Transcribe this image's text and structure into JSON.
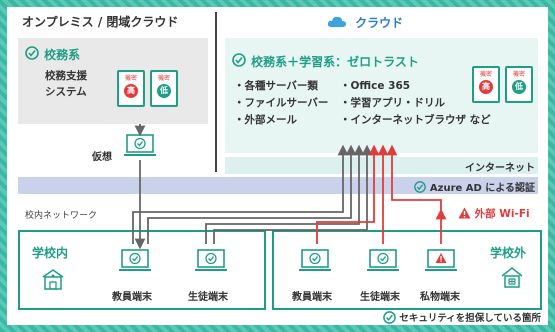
{
  "left_header": "オンプレミス / 閉域クラウド",
  "right_header": "クラウド",
  "school_affairs": {
    "title": "校務系",
    "body_line1": "校務支援",
    "body_line2": "システム"
  },
  "cloud_system": {
    "title": "校務系＋学習系：ゼロトラスト",
    "col1": [
      "・各種サーバー類",
      "・ファイルサーバー",
      "・外部メール"
    ],
    "col2": [
      "・Office 365",
      "・学習アプリ・ドリル",
      "・インターネットブラウザ など"
    ]
  },
  "confidential_label": "機密",
  "level_high": "高",
  "level_low": "低",
  "virtual_label": "仮想",
  "internet_label": "インターネット",
  "azure_label": "Azure AD による認証",
  "school_network_label": "校内ネットワーク",
  "external_wifi_label": "外部 Wi-Fi",
  "inside_school": {
    "title": "学校内",
    "terminals": [
      "教員端末",
      "生徒端末"
    ]
  },
  "outside_school": {
    "title": "学校外",
    "terminals": [
      "教員端末",
      "生徒端末",
      "私物端末"
    ]
  },
  "legend_label": "セキュリティを担保している箇所",
  "colors": {
    "accent": "#1f9e87",
    "alert": "#e23b3b",
    "azure": "#c9d2ea",
    "line_gray": "#666666"
  },
  "icons": [
    "check-circle-icon",
    "cloud-icon",
    "laptop-icon",
    "warning-icon",
    "school-icon",
    "house-icon",
    "document-icon"
  ]
}
